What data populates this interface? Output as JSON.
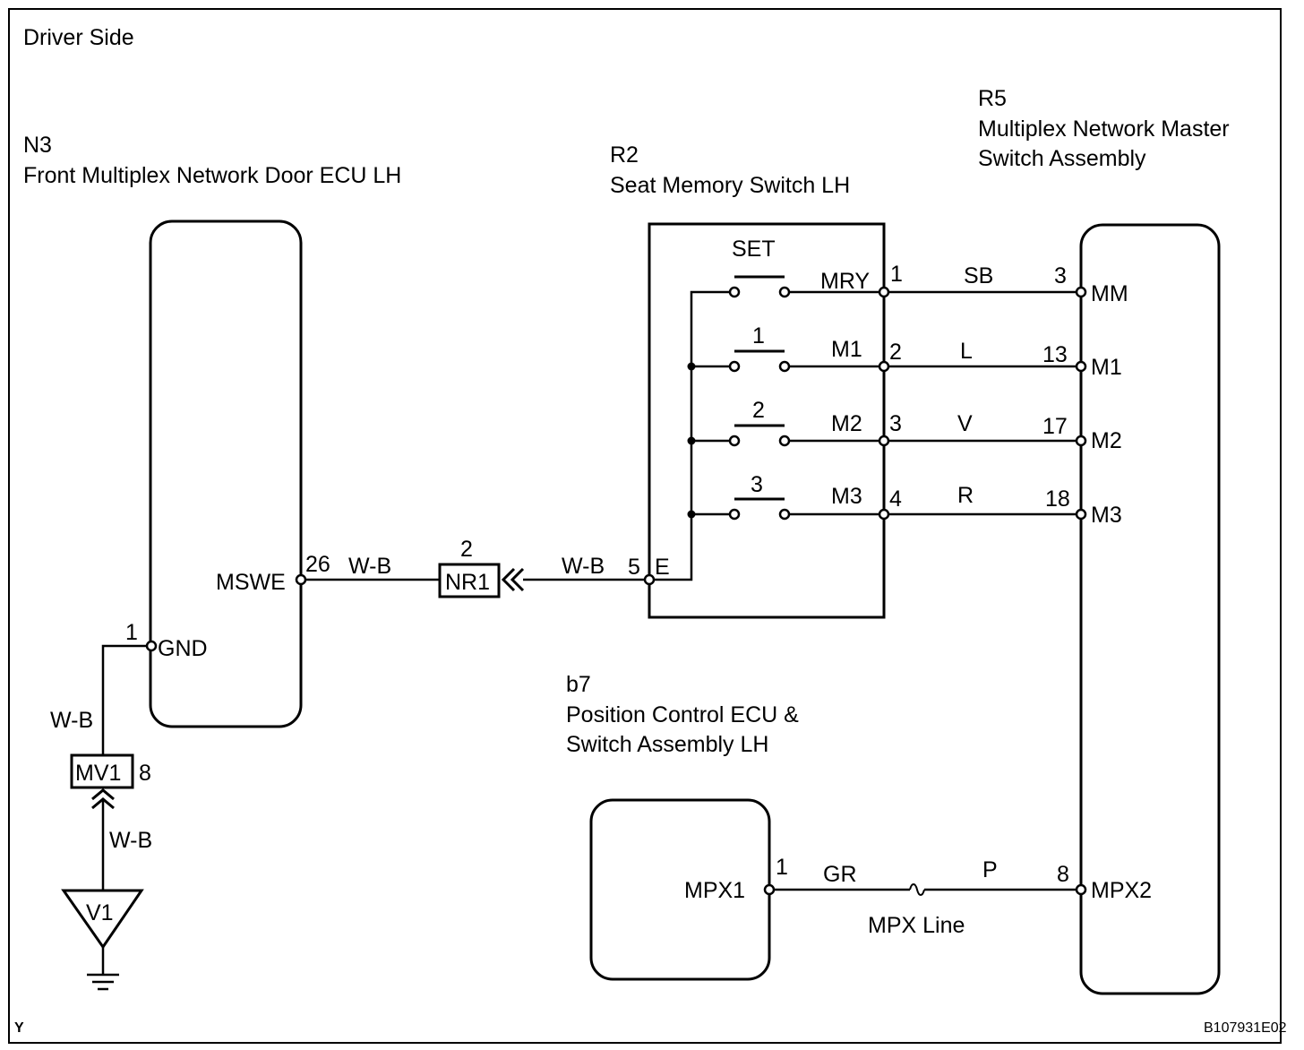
{
  "header": {
    "title": "Driver Side"
  },
  "components": {
    "n3": {
      "code": "N3",
      "name": "Front Multiplex Network Door ECU LH"
    },
    "r2": {
      "code": "R2",
      "name": "Seat Memory Switch LH"
    },
    "r5": {
      "code": "R5",
      "name_line1": "Multiplex Network Master",
      "name_line2": "Switch Assembly"
    },
    "b7": {
      "code": "b7",
      "name_line1": "Position Control ECU &",
      "name_line2": "Switch Assembly LH"
    }
  },
  "n3_terminals": {
    "mswe": {
      "name": "MSWE",
      "pin": "26"
    },
    "gnd": {
      "name": "GND",
      "pin": "1"
    }
  },
  "r2_switches": {
    "set": "SET",
    "m1": "1",
    "m2": "2",
    "m3": "3"
  },
  "r2_terminals": {
    "mry": {
      "name": "MRY",
      "pin": "1"
    },
    "m1": {
      "name": "M1",
      "pin": "2"
    },
    "m2": {
      "name": "M2",
      "pin": "3"
    },
    "m3": {
      "name": "M3",
      "pin": "4"
    },
    "e": {
      "name": "E",
      "pin": "5"
    }
  },
  "r5_terminals": {
    "mm": {
      "name": "MM",
      "pin": "3"
    },
    "m1": {
      "name": "M1",
      "pin": "13"
    },
    "m2": {
      "name": "M2",
      "pin": "17"
    },
    "m3": {
      "name": "M3",
      "pin": "18"
    },
    "mpx2": {
      "name": "MPX2",
      "pin": "8"
    }
  },
  "b7_terminals": {
    "mpx1": {
      "name": "MPX1",
      "pin": "1"
    }
  },
  "wires": {
    "mry_mm": "SB",
    "m1_m1": "L",
    "m2_m2": "V",
    "m3_m3": "R",
    "mswe_nr1": "W-B",
    "nr1_e": "W-B",
    "gnd_mv1": "W-B",
    "mv1_v1": "W-B",
    "mpx_left": "GR",
    "mpx_right": "P",
    "mpx_line": "MPX Line"
  },
  "connectors": {
    "nr1": {
      "name": "NR1",
      "pin": "2"
    },
    "mv1": {
      "name": "MV1",
      "pin": "8"
    }
  },
  "ground": {
    "name": "V1"
  },
  "footer": {
    "left_code": "Y",
    "figure_id": "B107931E02"
  }
}
